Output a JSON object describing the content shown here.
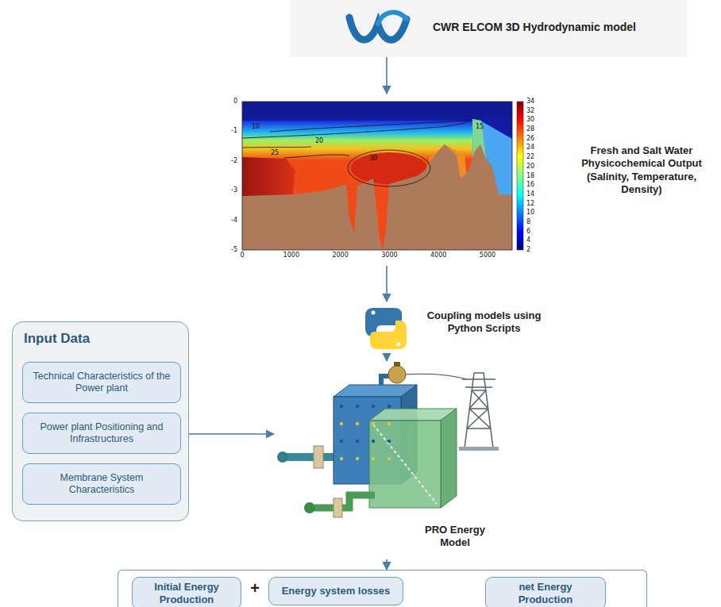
{
  "diagram": {
    "nodes": [
      {
        "text": [
          "CWR ELCOM 3D Hydrodynamic model"
        ]
      },
      {
        "text": [
          "Fresh and Salt Water Physicochemical Output (Salinity, Temperature, Density)"
        ]
      },
      {
        "text": [
          "Coupling models using Python Scripts"
        ]
      },
      {
        "text": [
          "Input Data"
        ]
      },
      {
        "text": [
          "Technical Characteristics of the Power plant"
        ],
        "in": 3
      },
      {
        "text": [
          "Power plant Positioning and Infrastructures"
        ],
        "in": 3
      },
      {
        "text": [
          "Membrane System Characteristics"
        ],
        "in": 3
      },
      {
        "text": [
          "PRO Energy Model"
        ]
      },
      {
        "text": [
          "+"
        ]
      },
      {
        "text": [
          "Initial Energy Production"
        ],
        "in": 8
      },
      {
        "text": [
          "Energy system losses"
        ],
        "in": 8
      },
      {
        "text": [
          "net Energy Production"
        ],
        "in": 8
      }
    ],
    "edges": [
      {
        "from": 0,
        "to": 1,
        "arrow": "to"
      },
      {
        "from": 1,
        "to": 2,
        "arrow": "to"
      },
      {
        "from": 2,
        "to": 7,
        "arrow": "to"
      },
      {
        "from": 3,
        "to": 7,
        "arrow": "to"
      },
      {
        "from": 7,
        "to": 8,
        "arrow": "to"
      },
      {
        "from": 10,
        "to": 11,
        "arrow": "to"
      }
    ],
    "labels": [
      "0",
      "-1",
      "-2",
      "-3",
      "-4",
      "-5",
      "0",
      "1000",
      "2000",
      "3000",
      "4000",
      "5000",
      "34",
      "32",
      "30",
      "28",
      "26",
      "24",
      "22",
      "20",
      "18",
      "16",
      "14",
      "12",
      "10",
      "8",
      "6",
      "4",
      "2",
      "10",
      "20",
      "25",
      "15",
      "30"
    ]
  }
}
